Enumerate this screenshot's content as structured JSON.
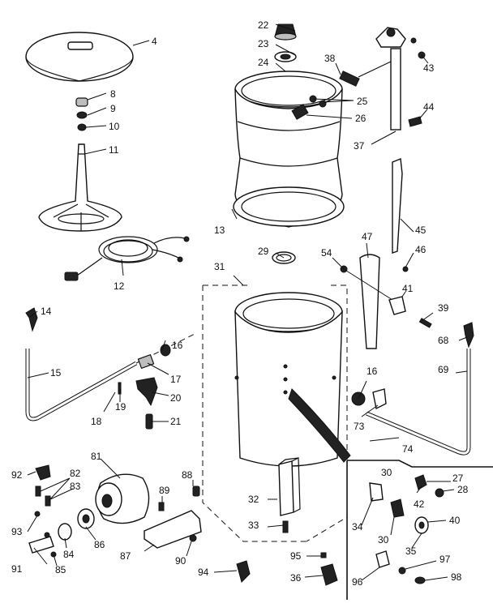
{
  "diagram": {
    "parts": [
      {
        "id": "p4",
        "label": "4"
      },
      {
        "id": "p8",
        "label": "8"
      },
      {
        "id": "p9",
        "label": "9"
      },
      {
        "id": "p10",
        "label": "10"
      },
      {
        "id": "p11",
        "label": "11"
      },
      {
        "id": "p12",
        "label": "12"
      },
      {
        "id": "p13",
        "label": "13"
      },
      {
        "id": "p14",
        "label": "14"
      },
      {
        "id": "p15",
        "label": "15"
      },
      {
        "id": "p16a",
        "label": "16"
      },
      {
        "id": "p16b",
        "label": "16"
      },
      {
        "id": "p17",
        "label": "17"
      },
      {
        "id": "p18",
        "label": "18"
      },
      {
        "id": "p19",
        "label": "19"
      },
      {
        "id": "p20",
        "label": "20"
      },
      {
        "id": "p21",
        "label": "21"
      },
      {
        "id": "p22",
        "label": "22"
      },
      {
        "id": "p23",
        "label": "23"
      },
      {
        "id": "p24",
        "label": "24"
      },
      {
        "id": "p25",
        "label": "25"
      },
      {
        "id": "p26",
        "label": "26"
      },
      {
        "id": "p27",
        "label": "27"
      },
      {
        "id": "p28",
        "label": "28"
      },
      {
        "id": "p29",
        "label": "29"
      },
      {
        "id": "p30a",
        "label": "30"
      },
      {
        "id": "p30b",
        "label": "30"
      },
      {
        "id": "p31",
        "label": "31"
      },
      {
        "id": "p32",
        "label": "32"
      },
      {
        "id": "p33",
        "label": "33"
      },
      {
        "id": "p34",
        "label": "34"
      },
      {
        "id": "p35",
        "label": "35"
      },
      {
        "id": "p36",
        "label": "36"
      },
      {
        "id": "p37",
        "label": "37"
      },
      {
        "id": "p38",
        "label": "38"
      },
      {
        "id": "p39",
        "label": "39"
      },
      {
        "id": "p40",
        "label": "40"
      },
      {
        "id": "p41",
        "label": "41"
      },
      {
        "id": "p42",
        "label": "42"
      },
      {
        "id": "p43",
        "label": "43"
      },
      {
        "id": "p44",
        "label": "44"
      },
      {
        "id": "p45",
        "label": "45"
      },
      {
        "id": "p46",
        "label": "46"
      },
      {
        "id": "p47",
        "label": "47"
      },
      {
        "id": "p54",
        "label": "54"
      },
      {
        "id": "p68",
        "label": "68"
      },
      {
        "id": "p69",
        "label": "69"
      },
      {
        "id": "p73",
        "label": "73"
      },
      {
        "id": "p74",
        "label": "74"
      },
      {
        "id": "p81",
        "label": "81"
      },
      {
        "id": "p82",
        "label": "82"
      },
      {
        "id": "p83",
        "label": "83"
      },
      {
        "id": "p84",
        "label": "84"
      },
      {
        "id": "p85",
        "label": "85"
      },
      {
        "id": "p86",
        "label": "86"
      },
      {
        "id": "p87",
        "label": "87"
      },
      {
        "id": "p88",
        "label": "88"
      },
      {
        "id": "p89",
        "label": "89"
      },
      {
        "id": "p90",
        "label": "90"
      },
      {
        "id": "p91",
        "label": "91"
      },
      {
        "id": "p92",
        "label": "92"
      },
      {
        "id": "p93",
        "label": "93"
      },
      {
        "id": "p94",
        "label": "94"
      },
      {
        "id": "p95",
        "label": "95"
      },
      {
        "id": "p96",
        "label": "96"
      },
      {
        "id": "p97",
        "label": "97"
      },
      {
        "id": "p98",
        "label": "98"
      }
    ]
  }
}
